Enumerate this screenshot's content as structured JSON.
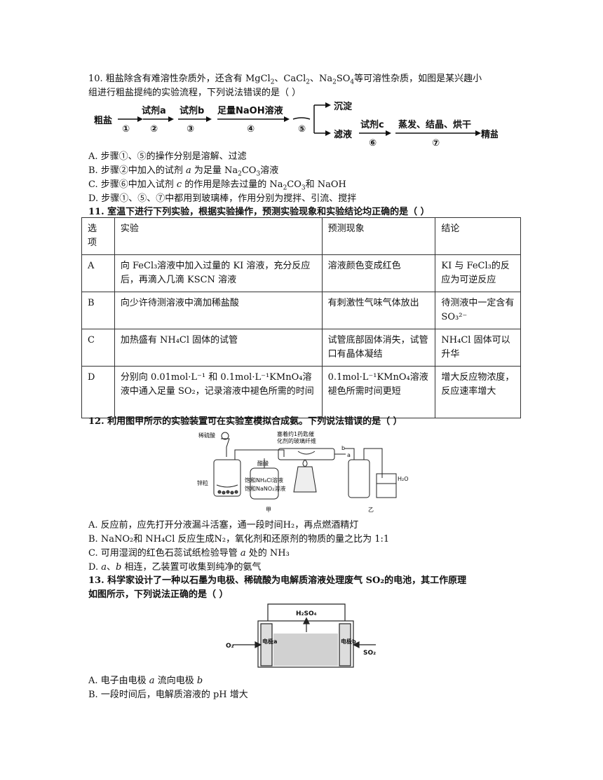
{
  "q10": {
    "stem1": "10. 粗盐除含有难溶性杂质外，还含有 MgCl",
    "stem1b": "、CaCl",
    "stem1c": "、Na",
    "stem1d": "SO",
    "stem1e": "等可溶性杂质，如图是某兴趣小",
    "stem2": "组进行粗盐提纯的实验流程，下列说法错误的是（  ）",
    "flow": {
      "start": "粗盐",
      "s1": "①",
      "ra": "试剂a",
      "s2": "②",
      "rb": "试剂b",
      "s3": "③",
      "naoh": "足量NaOH溶液",
      "s4": "④",
      "s5": "⑤",
      "precip": "沉淀",
      "filtrate": "滤液",
      "rc": "试剂c",
      "s6": "⑥",
      "evap": "蒸发、结晶、烘干",
      "s7": "⑦",
      "end": "精盐"
    },
    "optA": "A.  步骤①、⑤的操作分别是溶解、过滤",
    "optB1": "B.  步骤②中加入的试剂 ",
    "optB_a": "a",
    "optB2": " 为足量 Na",
    "optB3": "CO",
    "optB4": "溶液",
    "optC1": "C.  步骤⑥中加入试剂 ",
    "optC_c": "c",
    "optC2": " 的作用是除去过量的 Na",
    "optC3": "CO",
    "optC4": "和 NaOH",
    "optD": "D.  步骤①、⑤、⑦中都用到玻璃棒，作用分别为搅拌、引流、搅拌"
  },
  "q11": {
    "stem": "11.  室温下进行下列实验，根据实验操作，预测实验现象和实验结论均正确的是（  ）",
    "headers": [
      "选\n项",
      "实验",
      "预测现象",
      "结论"
    ],
    "rows": [
      {
        "opt": "A",
        "exp": "向 FeCl₃溶液中加入过量的 KI 溶液，充分反应后，再滴入几滴 KSCN 溶液",
        "phen": "溶液颜色变成红色",
        "concl": "KI 与 FeCl₃的反应为可逆反应"
      },
      {
        "opt": "B",
        "exp": "向少许待测溶液中滴加稀盐酸",
        "phen": "有刺激性气味气体放出",
        "concl": "待测液中一定含有 SO₃²⁻"
      },
      {
        "opt": "C",
        "exp": "加热盛有 NH₄Cl 固体的试管",
        "phen": "试管底部固体消失，试管口有晶体凝结",
        "concl": "NH₄Cl 固体可以升华"
      },
      {
        "opt": "D",
        "exp": "分别向 0.01mol·L⁻¹ 和 0.1mol·L⁻¹KMnO₄溶液中通入足量 SO₂，记录溶液中褪色所需的时间",
        "phen": "0.1mol·L⁻¹KMnO₄溶液褪色所需时间更短",
        "concl": "增大反应物浓度，反应速率增大"
      }
    ]
  },
  "q12": {
    "stem": "12.  利用图甲所示的实验装置可在实验室模拟合成氨。下列说法错误的是（  ）",
    "fig": {
      "acid": "稀硫酸",
      "catalyst1": "塞着约1药匙催",
      "catalyst2": "化剂的玻璃纤维",
      "zn": "锌粒",
      "cuSO4": "醋酸",
      "sat1": "饱和NH₄Cl溶液",
      "sat2": "饱和NaNO₂溶液",
      "a": "a",
      "b": "b",
      "h2o": "H₂O",
      "jia": "甲",
      "yi": "乙"
    },
    "optA": "A.  反应前，应先打开分液漏斗活塞，通一段时间H₂，再点燃酒精灯",
    "optB": "B.  NaNO₂和 NH₄Cl 反应生成N₂，氧化剂和还原剂的物质的量之比为 1:1",
    "optC1": "C.  可用湿润的红色石蕊试纸检验导管 ",
    "optC_a": "a",
    "optC2": " 处的 NH₃",
    "optD_a": "a",
    "optD_sep": "、",
    "optD_b": "b",
    "optD2": " 相连，乙装置可收集到纯净的氨气",
    "optD_prefix": "D.  "
  },
  "q13": {
    "stem1": "13.  科学家设计了一种以石墨为电极、稀硫酸为电解质溶液处理废气 SO₂的电池，其工作原理",
    "stem2": "如图所示，下列说法正确的是（  ）",
    "fig": {
      "h2so4": "H₂SO₄",
      "o2": "O₂",
      "so2": "SO₂",
      "left": "电极a",
      "right": "电极b"
    },
    "optA1": "A.  电子由电极 ",
    "optA_a": "a",
    "optA2": " 流向电极 ",
    "optA_b": "b",
    "optB": "B.  一段时间后，电解质溶液的 pH 增大"
  }
}
